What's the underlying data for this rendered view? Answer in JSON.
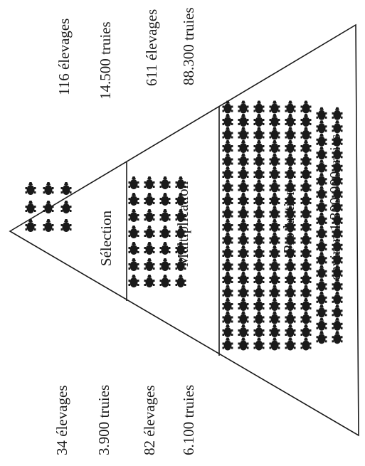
{
  "diagram": {
    "tiers": {
      "selection": {
        "name": "Sélection",
        "farms": "116 élevages",
        "sows": "14.500 truies"
      },
      "multiplication": {
        "name": "Multiplication",
        "farms": "611 élevages",
        "sows": "88.300 truies"
      },
      "production": {
        "name": "Production",
        "sows": "environ 1.300.000 truies"
      }
    },
    "left_labels": {
      "group_1": {
        "farms": "34 élevages",
        "sows": "3.900 truies"
      },
      "group_2": {
        "farms": "82 élevages",
        "sows": "6.100 truies"
      }
    },
    "icon": "pig-icon",
    "pig_counts": {
      "selection": 9,
      "multiplication": 28,
      "production": 150
    }
  }
}
